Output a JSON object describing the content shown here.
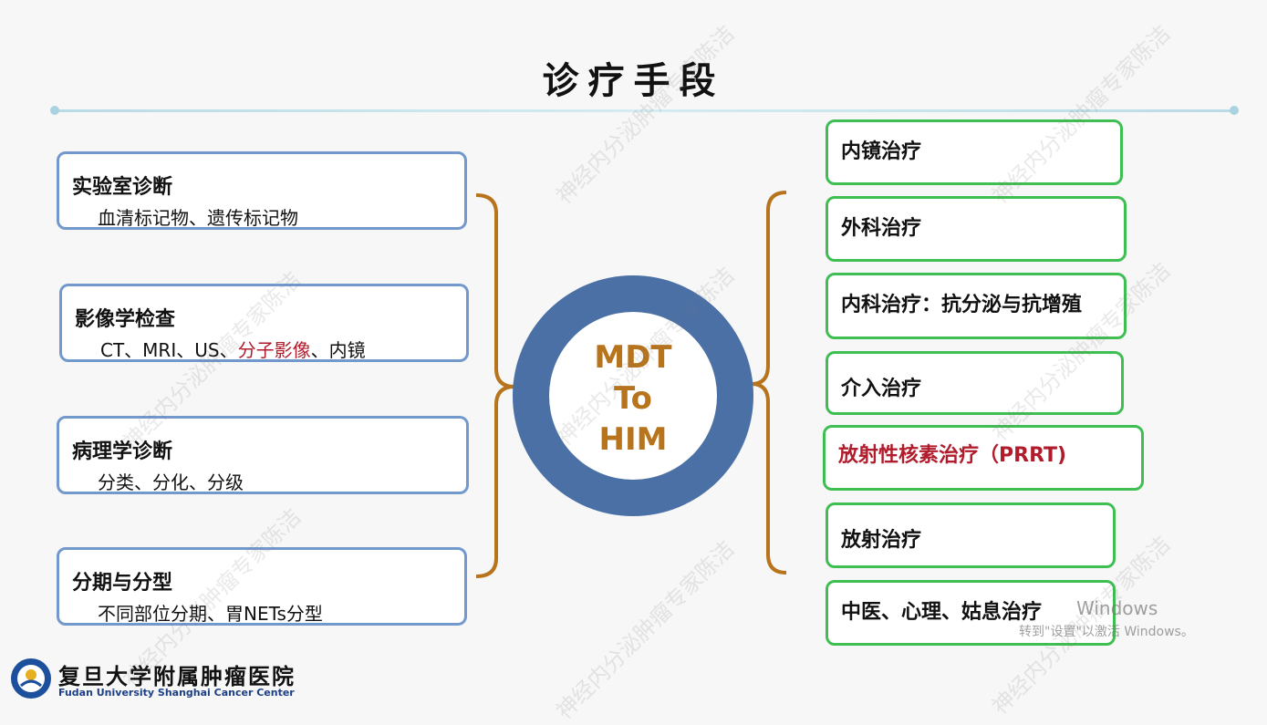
{
  "title": "诊疗手段",
  "center": {
    "line1": "MDT",
    "line2": "To",
    "line3": "HIM"
  },
  "left_boxes": [
    {
      "head": "实验室诊断",
      "sub": "血清标记物、遗传标记物"
    },
    {
      "head": "影像学检查",
      "sub_a": "CT、MRI、US、",
      "sub_red": "分子影像",
      "sub_b": "、内镜"
    },
    {
      "head": "病理学诊断",
      "sub": "分类、分化、分级"
    },
    {
      "head": "分期与分型",
      "sub": "不同部位分期、胃NETs分型"
    }
  ],
  "right_boxes": [
    "内镜治疗",
    "外科治疗",
    "内科治疗：抗分泌与抗增殖",
    "介入治疗",
    "放射性核素治疗（PRRT)",
    "放射治疗",
    "中医、心理、姑息治疗"
  ],
  "logo": {
    "cn": "复旦大学附属肿瘤医院",
    "en": "Fudan University Shanghai Cancer Center"
  },
  "watermark": "神经内分泌肿瘤专家陈洁",
  "activation": {
    "line1": "Windows",
    "line2": "转到\"设置\"以激活 Windows。"
  },
  "colors": {
    "left_border": "#7398cc",
    "right_border": "#3fbe52",
    "bracket": "#b8741c",
    "ring": "#4a70a6",
    "highlight": "#b01c2c"
  }
}
